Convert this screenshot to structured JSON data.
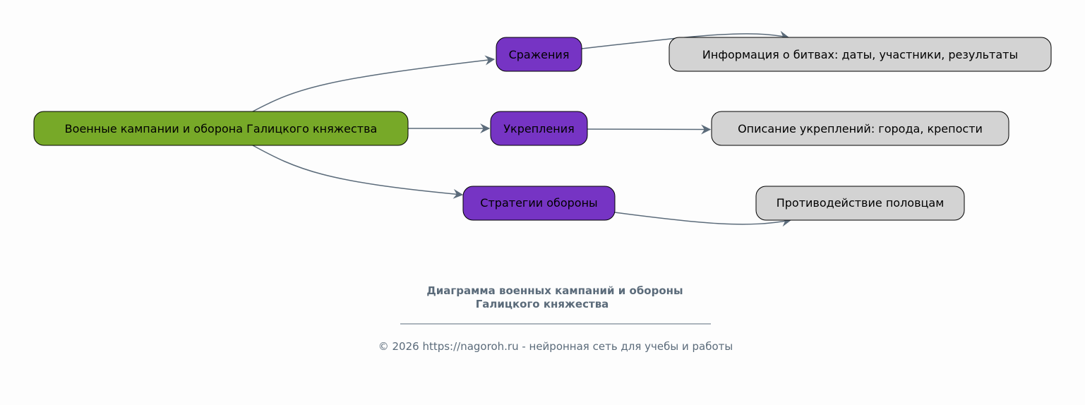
{
  "colors": {
    "root": "#77a928",
    "category": "#7634c4",
    "detail": "#d3d3d3",
    "edge": "#5b6b7a",
    "text_muted": "#5b6b7a"
  },
  "nodes": {
    "root": "Военные кампании и оборона Галицкого княжества",
    "battles": "Сражения",
    "fortifications": "Укрепления",
    "strategies": "Стратегии обороны",
    "battles_info": "Информация о битвах: даты, участники, результаты",
    "fort_info": "Описание укреплений: города, крепости",
    "strategy_info": "Противодействие половцам"
  },
  "caption": {
    "title_line1": "Диаграмма военных кампаний и обороны",
    "title_line2": "Галицкого княжества",
    "footer": "© 2026 https://nagoroh.ru - нейронная сеть для учебы и работы"
  }
}
